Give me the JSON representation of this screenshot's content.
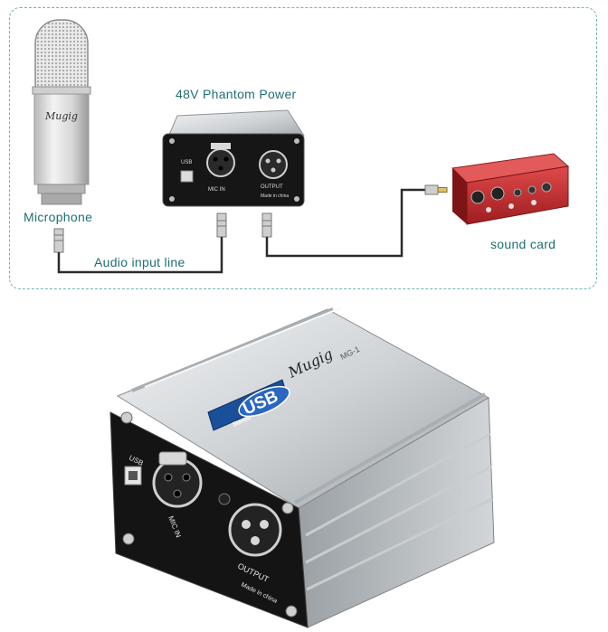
{
  "labels": {
    "microphone": "Microphone",
    "phantom_power": "48V Phantom Power",
    "audio_input_line": "Audio  input  line",
    "sound_card": "sound  card"
  },
  "device": {
    "brand": "Mugig",
    "usb_badge_small": "Stereo",
    "usb_badge_large": "USB",
    "port_usb": "USB",
    "port_mic_in": "MIC IN",
    "port_output": "OUTPUT",
    "made_in": "Made in china",
    "model_text": "MG-1"
  },
  "colors": {
    "label_teal": "#1f6f73",
    "frame_dashed": "#6fb3b0",
    "soundcard_red": "#c0262a",
    "body_silver": "#d9dde0",
    "panel_black": "#141414"
  }
}
